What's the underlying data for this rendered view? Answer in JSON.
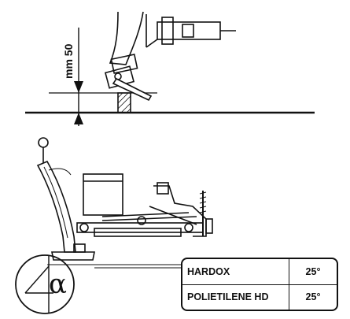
{
  "dimension": {
    "value_label": "mm 50"
  },
  "angle_symbol": "α",
  "material_table": {
    "rows": [
      {
        "material": "HARDOX",
        "angle": "25°"
      },
      {
        "material": "POLIETILENE HD",
        "angle": "25°"
      }
    ]
  }
}
